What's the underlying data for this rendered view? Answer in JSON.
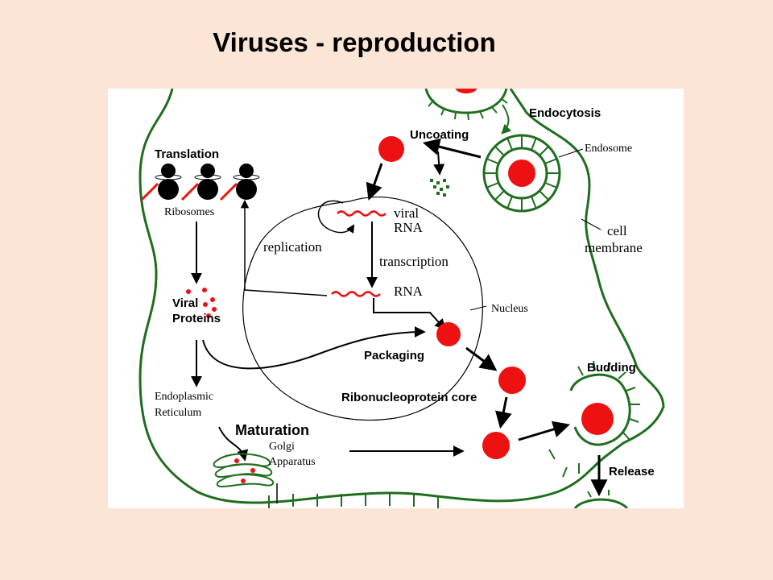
{
  "title": "Viruses - reproduction",
  "labels": {
    "endocytosis": "Endocytosis",
    "uncoating": "Uncoating",
    "endosome": "Endosome",
    "cell_membrane_line1": "cell",
    "cell_membrane_line2": "membrane",
    "translation": "Translation",
    "ribosomes": "Ribosomes",
    "viral_rna_line1": "viral",
    "viral_rna_line2": "RNA",
    "replication": "replication",
    "transcription": "transcription",
    "rna": "RNA",
    "nucleus": "Nucleus",
    "viral_proteins_line1": "Viral",
    "viral_proteins_line2": "Proteins",
    "packaging": "Packaging",
    "ribonucleoprotein_core": "Ribonucleoprotein core",
    "budding": "Budding",
    "er_line1": "Endoplasmic",
    "er_line2": "Reticulum",
    "maturation": "Maturation",
    "golgi_line1": "Golgi",
    "golgi_line2": "Apparatus",
    "release": "Release"
  },
  "colors": {
    "membrane": "#1f6e1f",
    "virus": "#ee1111",
    "background": "#fbe5d6"
  }
}
